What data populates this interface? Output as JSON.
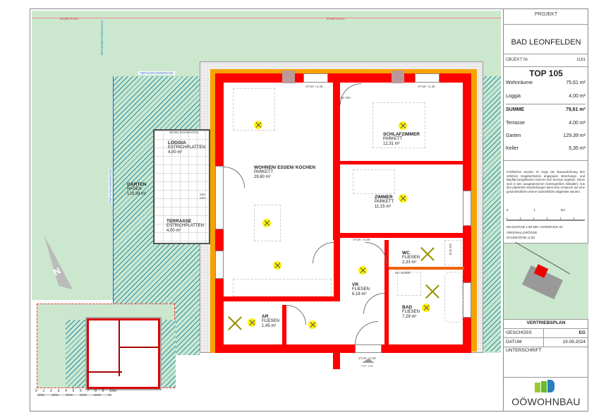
{
  "panel": {
    "project_label": "PROJEKT",
    "project_name": "BAD LEONFELDEN",
    "object_label": "OBJEKT Nr.",
    "object_number": "1161",
    "unit": "TOP 105",
    "areas": [
      {
        "label": "Wohnräume",
        "value": "75,61 m²"
      },
      {
        "label": "Loggia",
        "value": "4,00 m²"
      },
      {
        "label": "SUMME",
        "value": "79,61 m²"
      },
      {
        "label": "Terrasse",
        "value": "4,00 m²"
      },
      {
        "label": "Garten",
        "value": "129,39 m²"
      },
      {
        "label": "Keller",
        "value": "5,35 m²"
      }
    ],
    "note": "Freiflächen werden im Zuge der Bauausführung den örtlichen Gegebenheiten angepasst. Böschungs- und Bepflanzungsflächen können sich hieraus ergeben. Diese sind in den ausgewiesenen Gartengrößen inkludiert. Aus den planlichen Darstellungen kann kein Anspruch auf eine gesamtheitliche ebene Gartenfläche abgeleitet werden.",
    "scale_ticks": [
      "0",
      "1",
      "2m"
    ],
    "scale_text": "MASSSTAB 1:50 BEI AUSDRUCK IN ORIGINALGRÖSSE",
    "room_height": "RAUMHÖHE=2,50",
    "plan_type": "VERTRIEBSPLAN",
    "floor_label": "GESCHOSS",
    "floor_value": "EG",
    "date_label": "DATUM",
    "date_value": "19.09.2024",
    "signature_label": "UNTERSCHRIFT",
    "logo_text": "OÖWOHNBAU"
  },
  "rooms": [
    {
      "name": "WOHNEN/ ESSEN/ KOCHEN",
      "floor": "PARKETT",
      "area": "29,60 m²"
    },
    {
      "name": "SCHLAFZIMMER",
      "floor": "PARKETT",
      "area": "12,31 m²"
    },
    {
      "name": "ZIMMER",
      "floor": "PARKETT",
      "area": "11,15 m²"
    },
    {
      "name": "WC",
      "floor": "FLIESEN",
      "area": "2,33 m²"
    },
    {
      "name": "VR",
      "floor": "FLIESEN",
      "area": "6,18 m²"
    },
    {
      "name": "BAD",
      "floor": "FLIESEN",
      "area": "7,29 m²"
    },
    {
      "name": "AR",
      "floor": "FLIESEN",
      "area": "1,45 m²"
    },
    {
      "name": "LOGGIA",
      "floor": "ESTRICHPLATTEN",
      "area": "4,00 m²"
    },
    {
      "name": "TERRASSE",
      "floor": "ESTRICHPLATTEN",
      "area": "4,00 m²"
    },
    {
      "name": "GARTEN",
      "floor": "RASEN",
      "area": "129,39 m²"
    }
  ],
  "annotations": {
    "fence": "ZAUN H=1m",
    "drain": "REGENWASSERKANAL",
    "garage_roof": "TIEFGARAGENDECKE",
    "wall": "WAND RAUMHOCH",
    "stuk_208": "STUK +2,08",
    "stuk_236": "STUK +2,36",
    "door_dim": "80 200",
    "window_dim": "200 230",
    "shower": "DU Gefälle",
    "boiler": "BOILER",
    "entrance": "TOP 105",
    "north": "N"
  },
  "mini_scale": [
    "0",
    "1",
    "2",
    "3",
    "4",
    "5",
    "6",
    "7",
    "8",
    "9",
    "10m"
  ]
}
